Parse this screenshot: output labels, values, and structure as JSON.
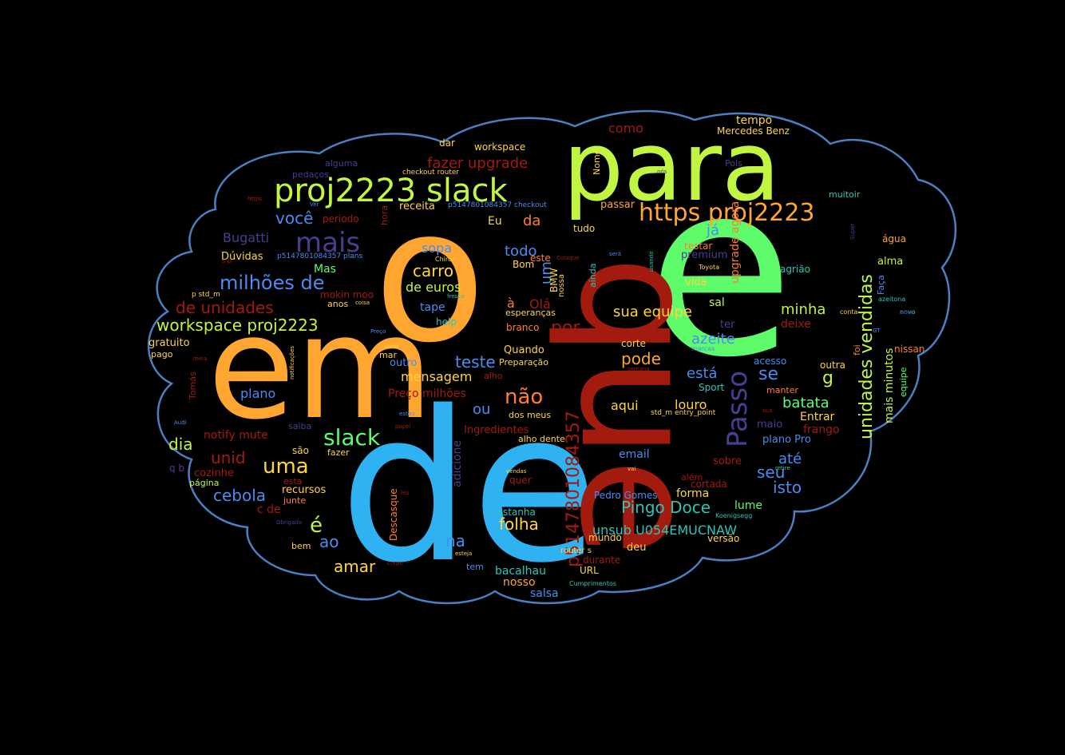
{
  "background": "#000000",
  "outline_color": "#4a7fc1",
  "words": [
    {
      "t": "o",
      "c": "#ffa630"
    },
    {
      "t": "e",
      "c": "#5efc6b"
    },
    {
      "t": "de",
      "c": "#2eb2f2"
    },
    {
      "t": "em",
      "c": "#ffa630"
    },
    {
      "t": "que",
      "c": "#a31a0e"
    },
    {
      "t": "para",
      "c": "#c2f541"
    },
    {
      "t": "proj2223 slack",
      "c": "#c2f541"
    },
    {
      "t": "https proj2223",
      "c": "#ffa630"
    },
    {
      "t": "mais",
      "c": "#4a3d8f"
    },
    {
      "t": "milhões de",
      "c": "#4a8cf0"
    },
    {
      "t": "de unidades",
      "c": "#a31a0e"
    },
    {
      "t": "workspace proj2223",
      "c": "#c2f541"
    },
    {
      "t": "Passo",
      "c": "#4a3d8f"
    },
    {
      "t": "p5147801084357",
      "c": "#a31a0e"
    },
    {
      "t": "unidades vendidas",
      "c": "#c2f541"
    },
    {
      "t": "slack",
      "c": "#5efc6b"
    },
    {
      "t": "uma",
      "c": "#ffd540"
    },
    {
      "t": "você",
      "c": "#4a8cf0"
    },
    {
      "t": "Bugatti",
      "c": "#4a3d8f"
    },
    {
      "t": "fazer upgrade",
      "c": "#a31a0e"
    },
    {
      "t": "não",
      "c": "#ff7f2a"
    },
    {
      "t": "teste",
      "c": "#4a8cf0"
    },
    {
      "t": "carro",
      "c": "#ffd540"
    },
    {
      "t": "cebola",
      "c": "#4a8cf0"
    },
    {
      "t": "Pingo Doce",
      "c": "#2ec4b6"
    },
    {
      "t": "folha",
      "c": "#ffd540"
    },
    {
      "t": "se",
      "c": "#4a8cf0"
    },
    {
      "t": "por",
      "c": "#a31a0e"
    },
    {
      "t": "da",
      "c": "#ff7f2a"
    },
    {
      "t": "todo",
      "c": "#4a8cf0"
    },
    {
      "t": "unid",
      "c": "#a31a0e"
    },
    {
      "t": "dia",
      "c": "#c2f541"
    },
    {
      "t": "amar",
      "c": "#ffd540"
    },
    {
      "t": "plano",
      "c": "#4a8cf0"
    },
    {
      "t": "ou",
      "c": "#4a8cf0"
    },
    {
      "t": "seu",
      "c": "#4a8cf0"
    },
    {
      "t": "isto",
      "c": "#4a8cf0"
    },
    {
      "t": "até",
      "c": "#4a8cf0"
    },
    {
      "t": "é",
      "c": "#c2f541"
    },
    {
      "t": "ao",
      "c": "#4a8cf0"
    },
    {
      "t": "na",
      "c": "#4a8cf0"
    },
    {
      "t": "batata",
      "c": "#5efc6b"
    },
    {
      "t": "pode",
      "c": "#ffa630"
    },
    {
      "t": "aqui",
      "c": "#ffd540"
    },
    {
      "t": "sua equipe",
      "c": "#ffd540"
    },
    {
      "t": "azeite",
      "c": "#4a8cf0"
    },
    {
      "t": "minha",
      "c": "#c2f541"
    },
    {
      "t": "unsub U054EMUCNAW",
      "c": "#2ec4b6"
    },
    {
      "t": "mensagem",
      "c": "#ffd540"
    },
    {
      "t": "Preço milhões",
      "c": "#a31a0e"
    },
    {
      "t": "sopa",
      "c": "#4a8cf0"
    },
    {
      "t": "de euros",
      "c": "#c2f541"
    },
    {
      "t": "mais minutos",
      "c": "#c2f541"
    },
    {
      "t": "Olá",
      "c": "#a31a0e"
    },
    {
      "t": "um",
      "c": "#4a8cf0"
    },
    {
      "t": "já",
      "c": "#4a8cf0"
    },
    {
      "t": "à",
      "c": "#ff7f2a"
    },
    {
      "t": "Entrar",
      "c": "#ffd540"
    },
    {
      "t": "frango",
      "c": "#a31a0e"
    },
    {
      "t": "está",
      "c": "#4a8cf0"
    },
    {
      "t": "g",
      "c": "#c2f541"
    },
    {
      "t": "como",
      "c": "#a31a0e"
    },
    {
      "t": "tempo",
      "c": "#ffd540"
    },
    {
      "t": "Mercedes Benz",
      "c": "#ffd540"
    },
    {
      "t": "workspace",
      "c": "#ffd540"
    },
    {
      "t": "dar",
      "c": "#ffd540"
    },
    {
      "t": "receita",
      "c": "#ffd540"
    },
    {
      "t": "Eu",
      "c": "#ffd540"
    },
    {
      "t": "este",
      "c": "#ff7f2a"
    },
    {
      "t": "tudo",
      "c": "#ffd540"
    },
    {
      "t": "passar",
      "c": "#ffa630"
    },
    {
      "t": "upgrade agora",
      "c": "#ff7f2a"
    },
    {
      "t": "testar",
      "c": "#ff7f2a"
    },
    {
      "t": "premium",
      "c": "#4a3d8f"
    },
    {
      "t": "vida",
      "c": "#ffd540"
    },
    {
      "t": "sal",
      "c": "#c2f541"
    },
    {
      "t": "alma",
      "c": "#c2f541"
    },
    {
      "t": "agrião",
      "c": "#2ec4b6"
    },
    {
      "t": "água",
      "c": "#ffa630"
    },
    {
      "t": "muitoir",
      "c": "#2ec4b6"
    },
    {
      "t": "deixe",
      "c": "#a31a0e"
    },
    {
      "t": "ter",
      "c": "#4a3d8f"
    },
    {
      "t": "corte",
      "c": "#ffd540"
    },
    {
      "t": "acesso",
      "c": "#4a8cf0"
    },
    {
      "t": "nissan",
      "c": "#ff7f2a"
    },
    {
      "t": "outra",
      "c": "#ffd540"
    },
    {
      "t": "manter",
      "c": "#ff7f2a"
    },
    {
      "t": "Sport",
      "c": "#2ec4b6"
    },
    {
      "t": "louro",
      "c": "#ffd540"
    },
    {
      "t": "maio",
      "c": "#4a3d8f"
    },
    {
      "t": "plano Pro",
      "c": "#4a8cf0"
    },
    {
      "t": "email",
      "c": "#4a8cf0"
    },
    {
      "t": "sobre",
      "c": "#a31a0e"
    },
    {
      "t": "forma",
      "c": "#ffd540"
    },
    {
      "t": "lume",
      "c": "#5efc6b"
    },
    {
      "t": "Pedro Gomes",
      "c": "#4a8cf0"
    },
    {
      "t": "cortada",
      "c": "#a31a0e"
    },
    {
      "t": "além",
      "c": "#a31a0e"
    },
    {
      "t": "mundo",
      "c": "#ffd540"
    },
    {
      "t": "deu",
      "c": "#ffd540"
    },
    {
      "t": "versão",
      "c": "#ffd540"
    },
    {
      "t": "castanha",
      "c": "#2ec4b6"
    },
    {
      "t": "quer",
      "c": "#a31a0e"
    },
    {
      "t": "bacalhau",
      "c": "#2ec4b6"
    },
    {
      "t": "nosso",
      "c": "#ffa630"
    },
    {
      "t": "salsa",
      "c": "#4a8cf0"
    },
    {
      "t": "tem",
      "c": "#4a8cf0"
    },
    {
      "t": "URL",
      "c": "#ffd540"
    },
    {
      "t": "durante",
      "c": "#a31a0e"
    },
    {
      "t": "router s",
      "c": "#ffd540"
    },
    {
      "t": "Descasque",
      "c": "#ff7f2a"
    },
    {
      "t": "adicione",
      "c": "#4a3d8f"
    },
    {
      "t": "Ingredientes",
      "c": "#a31a0e"
    },
    {
      "t": "alho dente",
      "c": "#ffd540"
    },
    {
      "t": "dos meus",
      "c": "#ffd540"
    },
    {
      "t": "Preparação",
      "c": "#ffd540"
    },
    {
      "t": "alho",
      "c": "#a31a0e"
    },
    {
      "t": "Quando",
      "c": "#ffd540"
    },
    {
      "t": "outro",
      "c": "#4a8cf0"
    },
    {
      "t": "mar",
      "c": "#ffd540"
    },
    {
      "t": "branco",
      "c": "#ff7f2a"
    },
    {
      "t": "esperanças",
      "c": "#ffd540"
    },
    {
      "t": "tape",
      "c": "#4a8cf0"
    },
    {
      "t": "help",
      "c": "#2ec4b6"
    },
    {
      "t": "recursos",
      "c": "#ffd540"
    },
    {
      "t": "são",
      "c": "#ffd540"
    },
    {
      "t": "fazer",
      "c": "#ffd540"
    },
    {
      "t": "saiba",
      "c": "#4a3d8f"
    },
    {
      "t": "notify mute",
      "c": "#a31a0e"
    },
    {
      "t": "cozinhe",
      "c": "#a31a0e"
    },
    {
      "t": "c de",
      "c": "#a31a0e"
    },
    {
      "t": "junte",
      "c": "#ff7f2a"
    },
    {
      "t": "esta",
      "c": "#a31a0e"
    },
    {
      "t": "página",
      "c": "#c2f541"
    },
    {
      "t": "q b",
      "c": "#4a3d8f"
    },
    {
      "t": "bem",
      "c": "#ffd540"
    },
    {
      "t": "Dúvidas",
      "c": "#ffd540"
    },
    {
      "t": "Mas",
      "c": "#5efc6b"
    },
    {
      "t": "mokin moo",
      "c": "#a31a0e"
    },
    {
      "t": "anos",
      "c": "#ffd540"
    },
    {
      "t": "periodo",
      "c": "#a31a0e"
    },
    {
      "t": "gratuito",
      "c": "#ffd540"
    },
    {
      "t": "pago",
      "c": "#ffd540"
    },
    {
      "t": "Tomás",
      "c": "#a31a0e"
    },
    {
      "t": "pedaços",
      "c": "#4a3d8f"
    },
    {
      "t": "alguma",
      "c": "#4a3d8f"
    },
    {
      "t": "Bom",
      "c": "#ffd540"
    },
    {
      "t": "BMW",
      "c": "#ffd540"
    },
    {
      "t": "nossa",
      "c": "#ffd540"
    },
    {
      "t": "hora",
      "c": "#a31a0e"
    },
    {
      "t": "Nome",
      "c": "#ffd540"
    },
    {
      "t": "Pois",
      "c": "#4a3d8f"
    },
    {
      "t": "ainda",
      "c": "#2ec4b6"
    },
    {
      "t": "equipe",
      "c": "#5efc6b"
    },
    {
      "t": "foi",
      "c": "#ff7f2a"
    },
    {
      "t": "Faça",
      "c": "#4a8cf0"
    },
    {
      "t": "p5147801084357 plans",
      "c": "#4a8cf0"
    },
    {
      "t": "checkout router",
      "c": "#ffd540"
    },
    {
      "t": "p5147801084357 checkout",
      "c": "#4a8cf0"
    },
    {
      "t": "p std_m",
      "c": "#ffd540"
    },
    {
      "t": "std_m entry_point",
      "c": "#ffd540"
    },
    {
      "t": "Chiron",
      "c": "#ffd540"
    },
    {
      "t": "Cumprimentos",
      "c": "#2ec4b6"
    },
    {
      "t": "Koenigsegg",
      "c": "#2ec4b6"
    },
    {
      "t": "Toyota",
      "c": "#ffd540"
    },
    {
      "t": "azeitona",
      "c": "#2ec4b6"
    },
    {
      "t": "novo",
      "c": "#2ec4b6"
    },
    {
      "t": "conta",
      "c": "#ffd540"
    },
    {
      "t": "marcas",
      "c": "#4a8cf0"
    },
    {
      "t": "semana",
      "c": "#a31a0e"
    },
    {
      "t": "usando",
      "c": "#2ec4b6"
    },
    {
      "t": "será",
      "c": "#4a8cf0"
    },
    {
      "t": "Coloque",
      "c": "#a31a0e"
    },
    {
      "t": "fresca",
      "c": "#2ec4b6"
    },
    {
      "t": "coisa",
      "c": "#ffd540"
    },
    {
      "t": "obter",
      "c": "#ffd540"
    },
    {
      "t": "estou",
      "c": "#4a8cf0"
    },
    {
      "t": "vendas",
      "c": "#ffd540"
    },
    {
      "t": "vai",
      "c": "#ffd540"
    },
    {
      "t": "retire",
      "c": "#2ec4b6"
    },
    {
      "t": "Obrigado",
      "c": "#4a3d8f"
    },
    {
      "t": "Audi",
      "c": "#4a8cf0"
    },
    {
      "t": "https",
      "c": "#a31a0e"
    },
    {
      "t": "Ver",
      "c": "#4a8cf0"
    },
    {
      "t": "GT",
      "c": "#4a8cf0"
    },
    {
      "t": "Super",
      "c": "#4a3d8f"
    },
    {
      "t": "esteja",
      "c": "#ffd540"
    },
    {
      "t": "corpo",
      "c": "#a31a0e"
    },
    {
      "t": "papel",
      "c": "#a31a0e"
    },
    {
      "t": "notificações",
      "c": "#ffd540"
    },
    {
      "t": "meia",
      "c": "#a31a0e"
    },
    {
      "t": "Preço",
      "c": "#4a8cf0"
    },
    {
      "t": "s p",
      "c": "#a31a0e"
    },
    {
      "t": "nós",
      "c": "#4a3d8f"
    },
    {
      "t": "sua",
      "c": "#a31a0e"
    },
    {
      "t": "leu",
      "c": "#a31a0e"
    },
    {
      "t": "novo",
      "c": "#4a3d8f"
    }
  ]
}
